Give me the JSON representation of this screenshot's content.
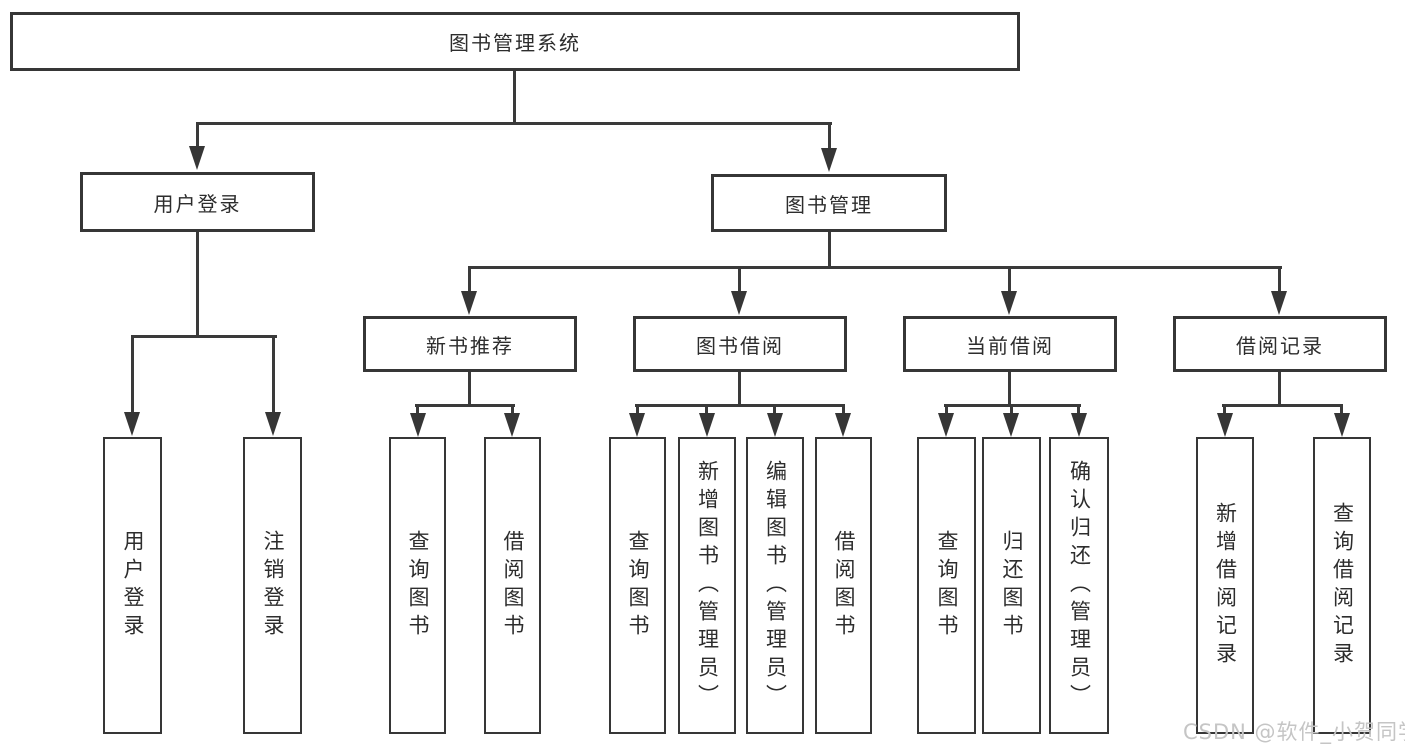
{
  "diagram": {
    "root": {
      "label": "图书管理系统"
    },
    "l2": [
      {
        "label": "用户登录"
      },
      {
        "label": "图书管理"
      }
    ],
    "l3": [
      {
        "label": "新书推荐"
      },
      {
        "label": "图书借阅"
      },
      {
        "label": "当前借阅"
      },
      {
        "label": "借阅记录"
      }
    ],
    "leaves_user": [
      {
        "label": "用户登录"
      },
      {
        "label": "注销登录"
      }
    ],
    "leaves_new": [
      {
        "label": "查询图书"
      },
      {
        "label": "借阅图书"
      }
    ],
    "leaves_borrow": [
      {
        "label": "查询图书"
      },
      {
        "label": "新增图书（管理员）"
      },
      {
        "label": "编辑图书（管理员）"
      },
      {
        "label": "借阅图书"
      }
    ],
    "leaves_current": [
      {
        "label": "查询图书"
      },
      {
        "label": "归还图书"
      },
      {
        "label": "确认归还（管理员）"
      }
    ],
    "leaves_record": [
      {
        "label": "新增借阅记录"
      },
      {
        "label": "查询借阅记录"
      }
    ]
  },
  "watermark": {
    "text": "CSDN @软件_小贺同学"
  },
  "colors": {
    "line": "#3a3a3a",
    "border": "#363636",
    "text": "#2d2d2d",
    "watermark": "#c5c5c5",
    "background": "#ffffff"
  }
}
